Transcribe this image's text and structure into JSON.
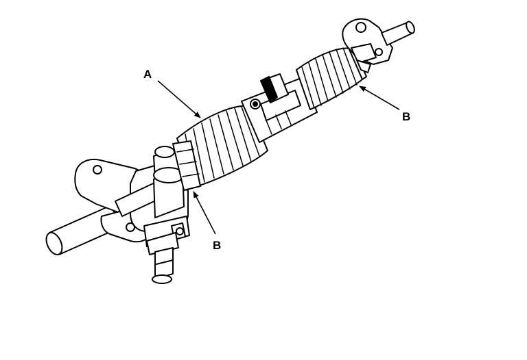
{
  "callouts": {
    "a_label": "A",
    "b_right_label": "B",
    "b_lower_label": "B"
  },
  "colors": {
    "ink": "#000000",
    "paper": "#ffffff"
  }
}
